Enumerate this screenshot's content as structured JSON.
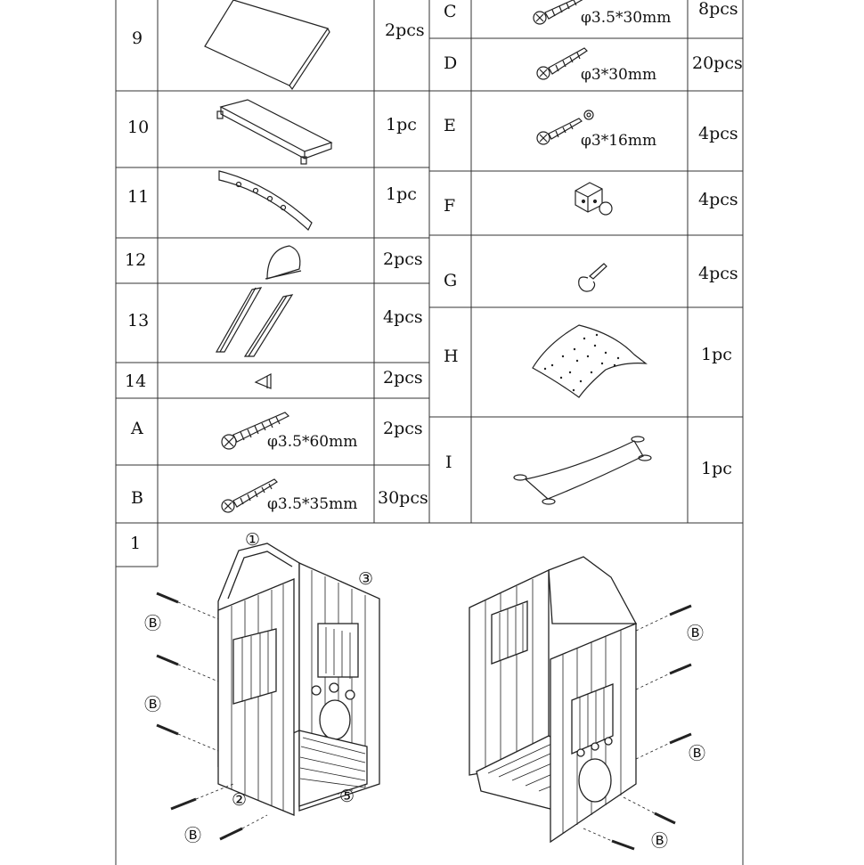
{
  "left_parts": [
    {
      "id": "9",
      "qty": "2pcs",
      "icon": "flat-board-icon"
    },
    {
      "id": "10",
      "qty": "1pc",
      "icon": "shelf-board-icon"
    },
    {
      "id": "11",
      "qty": "1pc",
      "icon": "paw-print-plank-icon"
    },
    {
      "id": "12",
      "qty": "2pcs",
      "icon": "half-round-piece-icon"
    },
    {
      "id": "13",
      "qty": "4pcs",
      "icon": "post-pair-icon"
    },
    {
      "id": "14",
      "qty": "2pcs",
      "icon": "triangle-bracket-icon"
    },
    {
      "id": "A",
      "qty": "2pcs",
      "icon": "long-screw-icon",
      "spec": "φ3.5*60mm"
    },
    {
      "id": "B",
      "qty": "30pcs",
      "icon": "screw-icon",
      "spec": "φ3.5*35mm"
    }
  ],
  "right_parts": [
    {
      "id": "C",
      "qty": "8pcs",
      "icon": "screw-icon",
      "spec": "φ3.5*30mm"
    },
    {
      "id": "D",
      "qty": "20pcs",
      "icon": "screw-icon",
      "spec": "φ3*30mm"
    },
    {
      "id": "E",
      "qty": "4pcs",
      "icon": "screw-washer-icon",
      "spec": "φ3*16mm"
    },
    {
      "id": "F",
      "qty": "4pcs",
      "icon": "cube-knob-icon"
    },
    {
      "id": "G",
      "qty": "4pcs",
      "icon": "screw-hook-icon"
    },
    {
      "id": "H",
      "qty": "1pc",
      "icon": "roof-felt-icon"
    },
    {
      "id": "I",
      "qty": "1pc",
      "icon": "hammock-icon"
    }
  ],
  "step": {
    "number": "1",
    "callouts": {
      "p1": "①",
      "p2": "②",
      "p3": "③",
      "p5": "⑤",
      "b": "Ⓑ"
    }
  }
}
